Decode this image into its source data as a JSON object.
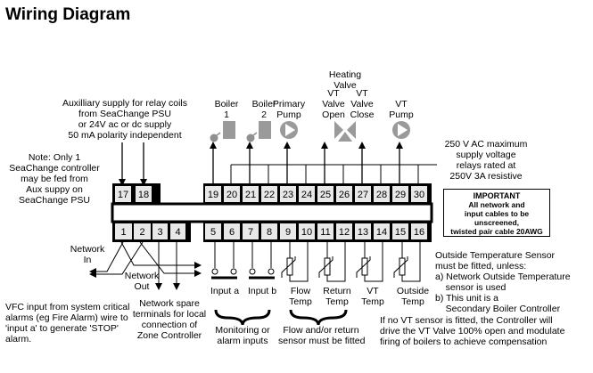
{
  "title": "Wiring Diagram",
  "notes": {
    "aux_supply": [
      "Auxilliary supply for relay coils",
      "from SeaChange PSU",
      "or 24V ac or dc supply",
      "50 mA polarity independent"
    ],
    "only_one": [
      "Note: Only 1",
      "SeaChange controller",
      "may be fed from",
      "Aux suppy on",
      "SeaChange PSU"
    ],
    "relay_rating": [
      "250 V AC  maximum",
      "supply voltage",
      "relays rated at",
      "250V 3A resistive"
    ],
    "important": [
      "IMPORTANT",
      "All network and",
      "input cables to be",
      "unscreened,",
      "twisted pair cable 20AWG"
    ],
    "outside_sensor": [
      "Outside Temperature Sensor",
      "must be fitted, unless:",
      "a) Network Outside Temperature",
      "    sensor is used",
      "b) This unit is a",
      "    Secondary Boiler Controller"
    ],
    "no_vt_sensor": [
      "If no VT sensor is fitted, the Controller will",
      "drive the VT Valve 100% open and modulate",
      "firing of boilers to achieve compensation"
    ],
    "vfc_input": [
      "VFC input from system critical",
      "alarms (eg Fire Alarm) wire to",
      "'input a' to generate 'STOP'",
      "alarm."
    ],
    "network_spare": [
      "Network spare",
      "terminals for local",
      "connection of",
      "Zone Controller"
    ],
    "monitoring": [
      "Monitoring or",
      "alarm inputs"
    ],
    "flow_return": [
      "Flow and/or return",
      "sensor must be fitted"
    ]
  },
  "outputs": {
    "heating_valve": [
      "Heating",
      "Valve"
    ],
    "boiler1": [
      "Boiler",
      "1"
    ],
    "boiler2": [
      "Boiler",
      "2"
    ],
    "primary_pump": [
      "Primary",
      "Pump"
    ],
    "vt_valve_open": [
      "VT",
      "Valve",
      "Open"
    ],
    "vt_valve_close": [
      "VT",
      "Valve",
      "Close"
    ],
    "vt_pump": [
      "VT",
      "Pump"
    ]
  },
  "network": {
    "in": [
      "Network",
      "In"
    ],
    "out": [
      "Network",
      "Out"
    ]
  },
  "inputs": {
    "input_a": "Input a",
    "input_b": "Input b",
    "flow_temp": [
      "Flow",
      "Temp"
    ],
    "return_temp": [
      "Return",
      "Temp"
    ],
    "vt_temp": [
      "VT",
      "Temp"
    ],
    "outside_temp": [
      "Outside",
      "Temp"
    ]
  },
  "terminals": {
    "top_left": [
      "17",
      "18"
    ],
    "top_right": [
      "19",
      "20",
      "21",
      "22",
      "23",
      "24",
      "25",
      "26",
      "27",
      "28",
      "29",
      "30"
    ],
    "bottom_left": [
      "1",
      "2",
      "3",
      "4"
    ],
    "bottom_right": [
      "5",
      "6",
      "7",
      "8",
      "9",
      "10",
      "11",
      "12",
      "13",
      "14",
      "15",
      "16"
    ]
  },
  "colors": {
    "terminal_fill": "#e8e8e8",
    "icon_gray": "#909090"
  }
}
